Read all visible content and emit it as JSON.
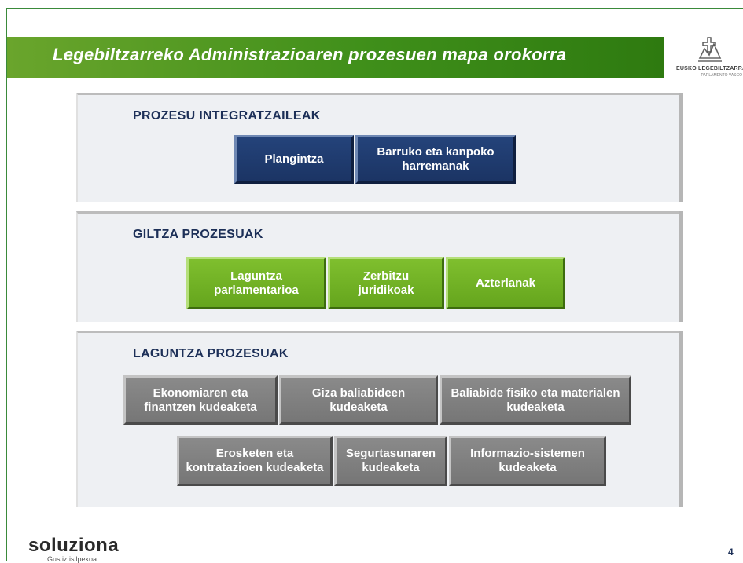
{
  "slide": {
    "title": "Legebiltzarreko Administrazioaren prozesuen mapa orokorra",
    "page_number": "4"
  },
  "header_logo": {
    "text_line1": "EUSKO LEGEBILTZARRA",
    "text_line2": "PARLAMENTO VASCO",
    "icon": "parliament-emblem-icon"
  },
  "footer": {
    "brand": "soluziona",
    "tagline": "Gustiz isilpekoa"
  },
  "panels": {
    "integratzaileak": {
      "title": "PROZESU INTEGRATZAILEAK",
      "boxes": [
        "Plangintza",
        "Barruko eta kanpoko harremanak"
      ]
    },
    "giltza": {
      "title": "GILTZA PROZESUAK",
      "boxes": [
        "Laguntza parlamentarioa",
        "Zerbitzu juridikoak",
        "Azterlanak"
      ]
    },
    "laguntza": {
      "title": "LAGUNTZA PROZESUAK",
      "row1": [
        "Ekonomiaren eta finantzen kudeaketa",
        "Giza baliabideen kudeaketa",
        "Baliabide fisiko eta materialen kudeaketa"
      ],
      "row2": [
        "Erosketen eta kontratazioen kudeaketa",
        "Segurtasunaren kudeaketa",
        "Informazio-sistemen kudeaketa"
      ]
    }
  },
  "colors": {
    "title_bar": "#4a961f",
    "blue_box": "#1f3b6e",
    "green_box": "#72b226",
    "gray_box": "#808080",
    "panel_title": "#1c2f57"
  }
}
